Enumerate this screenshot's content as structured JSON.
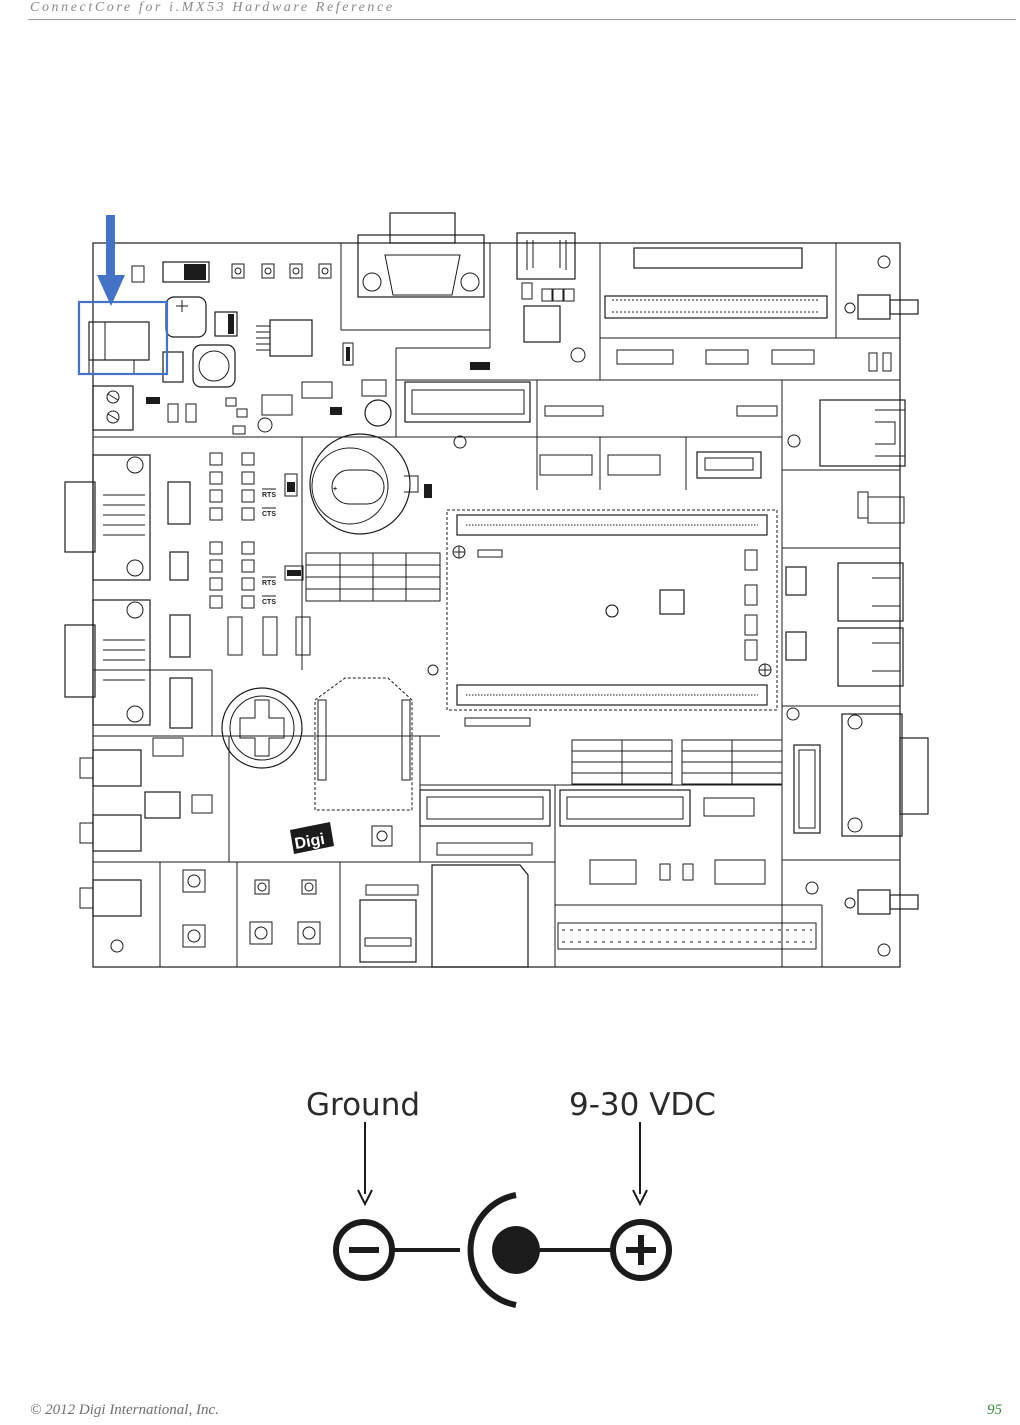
{
  "header": {
    "title": "ConnectCore for i.MX53 Hardware Reference"
  },
  "footer": {
    "copyright": "© 2012 Digi International, Inc.",
    "page_number": "95"
  },
  "board": {
    "silkscreen": {
      "rts_1": "RTS",
      "cts_1": "CTS",
      "rts_2": "RTS",
      "cts_2": "CTS",
      "logo": "Digi"
    },
    "highlight_color": "#4472c4"
  },
  "polarity": {
    "left_label": "Ground",
    "right_label": "9-30 VDC"
  }
}
